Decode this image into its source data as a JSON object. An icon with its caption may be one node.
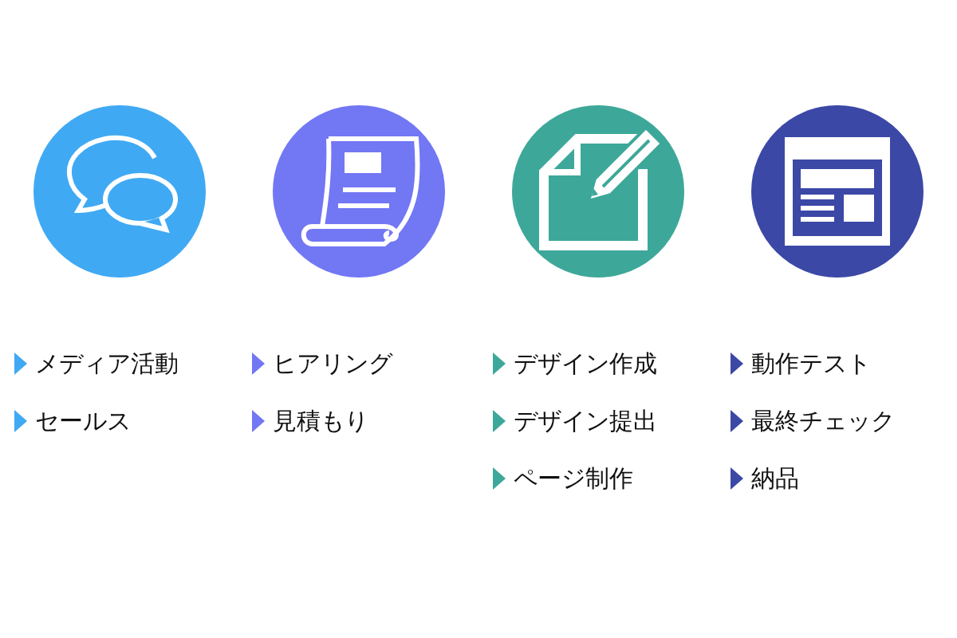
{
  "diagram": {
    "labels": [
      "メディア活動",
      "ヒアリング",
      "デザイン作成",
      "動作テスト",
      "セールス",
      "見積もり",
      "デザイン提出",
      "最終チェック",
      "ページ制作",
      "納品"
    ]
  }
}
